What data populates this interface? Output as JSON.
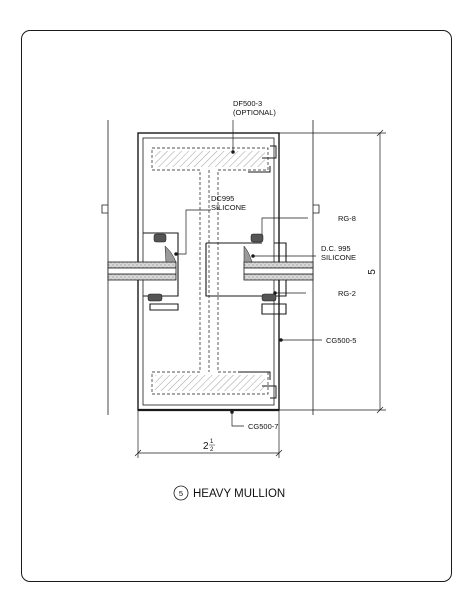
{
  "callouts": {
    "df500_line1": "DF500-3",
    "df500_line2": "(OPTIONAL)",
    "dc995_line1": "DC995",
    "dc995_line2": "SILICONE",
    "rg8": "RG-8",
    "dc_995_line1": "D.C. 995",
    "dc_995_line2": "SILICONE",
    "rg2": "RG-2",
    "cg500_5": "CG500-5",
    "cg500_7": "CG500-7"
  },
  "dimensions": {
    "height": "5",
    "width_whole": "2",
    "width_num": "1",
    "width_den": "2"
  },
  "detail": {
    "number": "5",
    "title": "HEAVY MULLION"
  },
  "colors": {
    "line": "#1a1a1a",
    "glass": "#bdbdbd",
    "gasket": "#555555"
  }
}
